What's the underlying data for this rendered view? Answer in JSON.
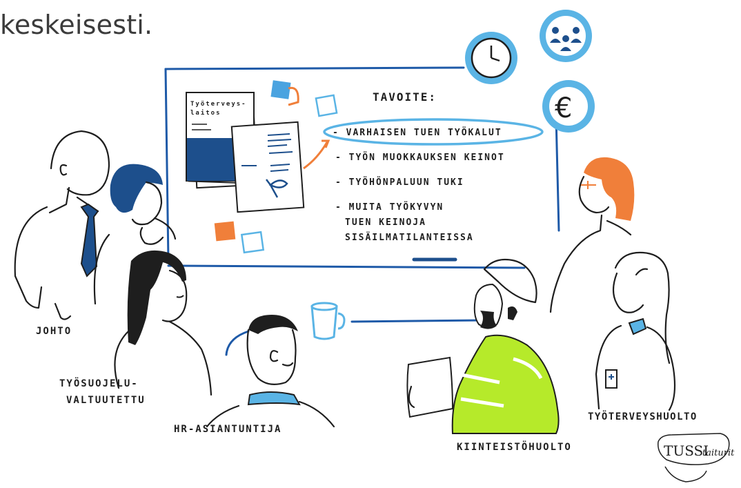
{
  "caption": "keskeisesti.",
  "board": {
    "heading": "TAVOITE:",
    "items": [
      "- VARHAISEN TUEN TYÖKALUT",
      "- TYÖN MUOKKAUKSEN KEINOT",
      "- TYÖHÖNPALUUN TUKI",
      "- MUITA TYÖKYVYN",
      "TUEN KEINOJA",
      "SISÄILMATILANTEISSA"
    ],
    "document_title_1": "Työterveys-",
    "document_title_2": "laitos"
  },
  "icons": [
    "clock-icon",
    "people-icon",
    "euro-icon",
    "coffee-mug-icon"
  ],
  "people_labels": {
    "johto": "JOHTO",
    "tyosuojelu_1": "TYÖSUOJELU-",
    "tyosuojelu_2": "VALTUUTETTU",
    "hr": "HR-ASIANTUNTIJA",
    "kiinteisto": "KIINTEISTÖHUOLTO",
    "tyoterveys": "TYÖTERVEYSHUOLTO"
  },
  "logo": {
    "part1": "TUSSI",
    "part2": "taiturit"
  },
  "colors": {
    "highlight": "#5ab4e5",
    "board_frame": "#1e5aa8",
    "hivis": "#b6ea2a",
    "orange_hair": "#f07f3a",
    "navy": "#1d4f8c"
  }
}
